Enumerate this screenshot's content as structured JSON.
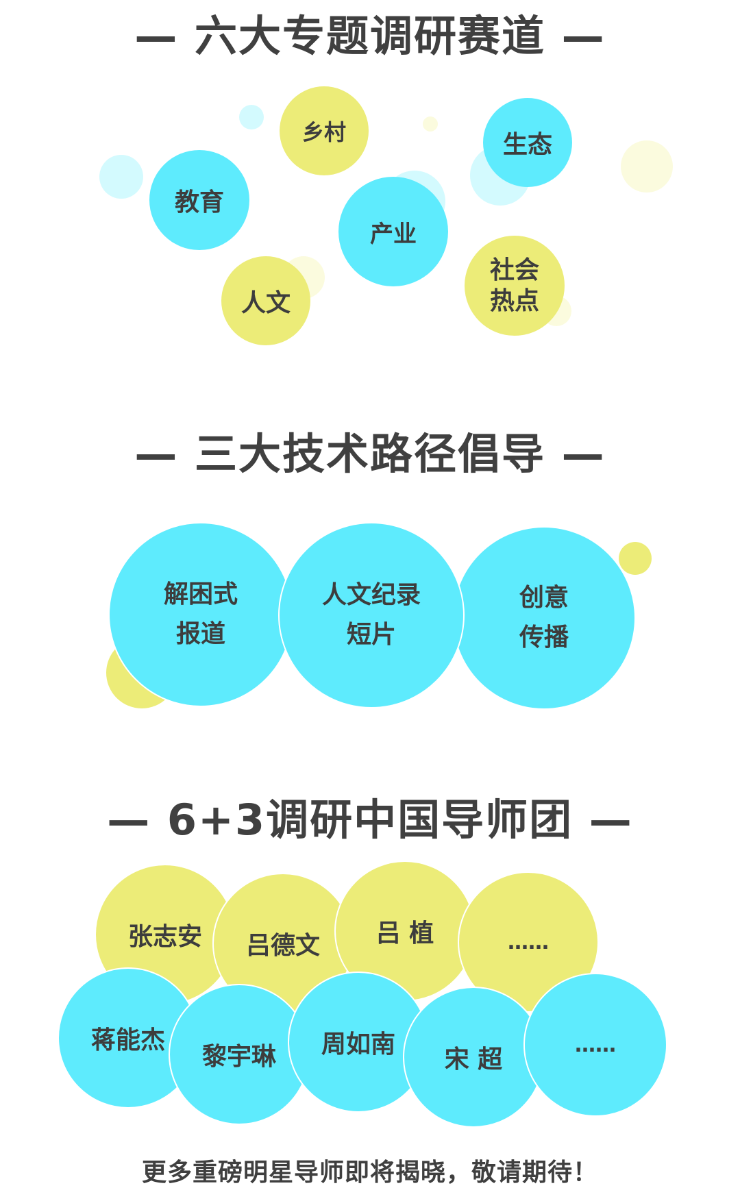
{
  "section1": {
    "title": "— 六大专题调研赛道 —",
    "tracks": [
      "乡村",
      "生态",
      "教育",
      "产业",
      "社会\n热点",
      "人文"
    ]
  },
  "section2": {
    "title": "— 三大技术路径倡导 —",
    "paths": [
      "解困式\n报道",
      "人文纪录\n短片",
      "创意\n传播"
    ]
  },
  "section3": {
    "title": "— 6+3调研中国导师团 —",
    "row1": [
      "张志安",
      "吕德文",
      "吕 植",
      "……"
    ],
    "row2": [
      "蒋能杰",
      "黎宇琳",
      "周如南",
      "宋 超",
      "……"
    ]
  },
  "footer": "更多重磅明星导师即将揭晓，敬请期待！",
  "colors": {
    "cyan": "#5eebfd",
    "yellow": "#ecec78",
    "text": "#404040"
  }
}
